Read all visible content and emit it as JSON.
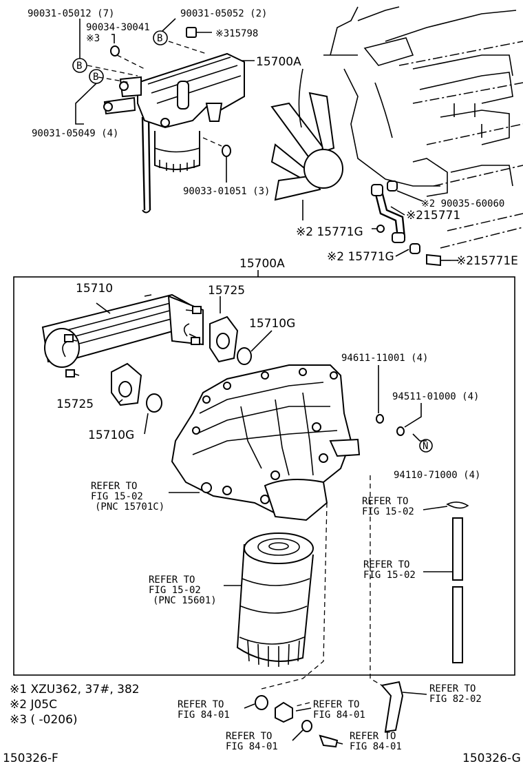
{
  "labels": {
    "p_90031_05012": "90031-05012 (7)",
    "p_90034_30041": "90034-30041",
    "note3a": "※3",
    "p_90031_05052": "90031-05052 (2)",
    "p_315798": "※315798",
    "p_15700A_top": "15700A",
    "p_90031_05049": "90031-05049 (4)",
    "p_90033_01051": "90033-01051 (3)",
    "p_90035_60060": "※2 90035-60060",
    "p_215771": "※215771",
    "p_15771G_a": "※2 15771G",
    "p_15771G_b": "※2 15771G",
    "p_215771E": "※215771E",
    "p_15700A_box": "15700A",
    "p_15710": "15710",
    "p_15725_a": "15725",
    "p_15710G_a": "15710G",
    "p_15725_b": "15725",
    "p_15710G_b": "15710G",
    "p_94611": "94611-11001 (4)",
    "p_94511": "94511-01000 (4)",
    "p_94110": "94110-71000 (4)",
    "ref1_a": "REFER TO",
    "ref1_b": "FIG 15-02",
    "ref1_c": "(PNC 15701C)",
    "ref2_a": "REFER TO",
    "ref2_b": "FIG 15-02",
    "ref3_a": "REFER TO",
    "ref3_b": "FIG 15-02",
    "ref4_a": "REFER TO",
    "ref4_b": "FIG 15-02",
    "ref4_c": "(PNC 15601)",
    "ref5_a": "REFER TO",
    "ref5_b": "FIG 84-01",
    "ref6_a": "REFER TO",
    "ref6_b": "FIG 84-01",
    "ref7_a": "REFER TO",
    "ref7_b": "FIG 84-01",
    "ref8_a": "REFER TO",
    "ref8_b": "FIG 84-01",
    "ref9_a": "REFER TO",
    "ref9_b": "FIG 82-02",
    "marker_b": "B",
    "marker_n": "N"
  },
  "notes": {
    "n1": "※1 XZU362, 37#, 382",
    "n2": "※2 J05C",
    "n3": "※3 (      -0206)"
  },
  "footer": {
    "left": "150326-F",
    "right": "150326-G"
  }
}
